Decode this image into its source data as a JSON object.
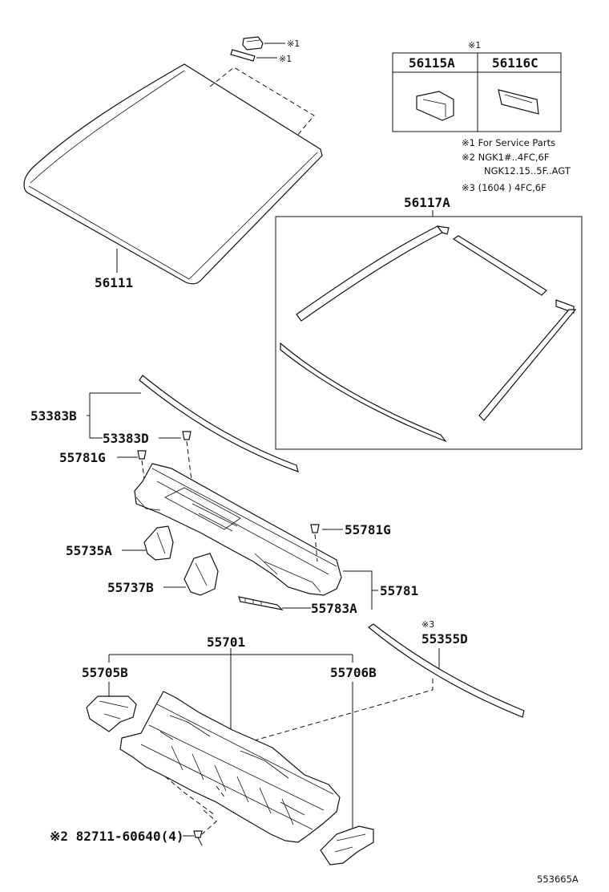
{
  "diagram": {
    "drawing_number": "553665A",
    "notes": {
      "legend_header": "※1",
      "note1": "※1 For Service Parts",
      "note2a": "※2 NGK1#..4FC,6F",
      "note2b": "NGK12.15..5F..AGT",
      "note3": "※3 (1604          ) 4FC,6F"
    },
    "service_table": {
      "col1": "56115A",
      "col2": "56116C"
    },
    "marks": {
      "m1a": "※1",
      "m1b": "※1",
      "m3": "※3"
    },
    "parts": {
      "windshield": "56111",
      "molding_set": "56117A",
      "seal_group": "53383B",
      "seal_clip": "53383D",
      "clip_left": "55781G",
      "clip_right": "55781G",
      "cover_left": "55735A",
      "cover_mid": "55737B",
      "louver": "55781",
      "bracket": "55783A",
      "strip": "55355D",
      "panel": "55701",
      "brace_left": "55705B",
      "brace_right": "55706B",
      "bolt": "※2 82711-60640(4)"
    }
  }
}
